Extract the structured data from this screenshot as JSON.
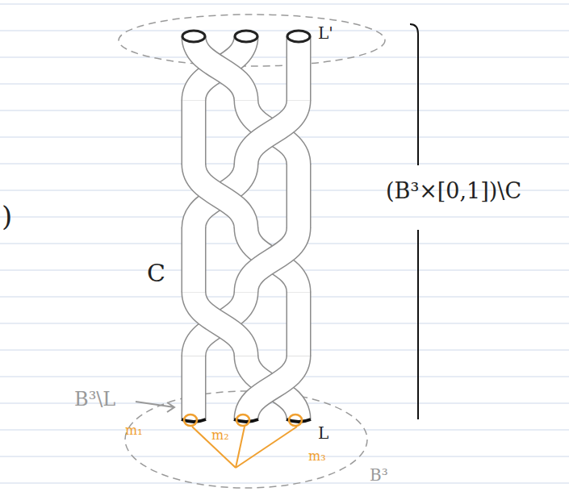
{
  "diagram": {
    "labels": [
      "L'",
      ")",
      "(B³×[0,1])\\C",
      "C",
      "B³\\L",
      "m₁",
      "m₂",
      "m₃",
      "L",
      "B³"
    ]
  }
}
